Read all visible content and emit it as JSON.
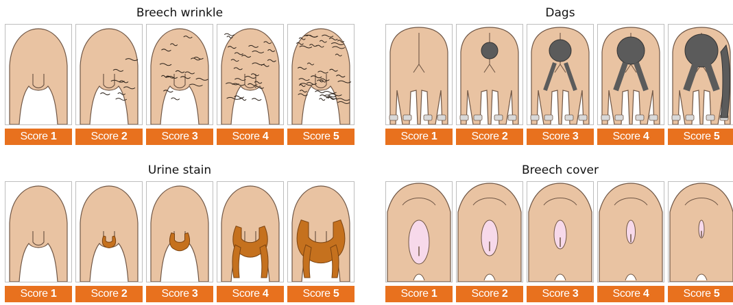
{
  "colors": {
    "skin": "#e9c3a2",
    "outline": "#6f5645",
    "wrinkle": "#2a2018",
    "dags": "#5b5b5b",
    "urine": "#c5711e",
    "bare": "#f7d9ea",
    "hoof": "#d9d9d9",
    "score_bg": "#e8711e"
  },
  "panels": [
    {
      "id": "breech-wrinkle",
      "title": "Breech wrinkle",
      "scores": [
        {
          "label": "Score",
          "num": "1"
        },
        {
          "label": "Score",
          "num": "2"
        },
        {
          "label": "Score",
          "num": "3"
        },
        {
          "label": "Score",
          "num": "4"
        },
        {
          "label": "Score",
          "num": "5"
        }
      ]
    },
    {
      "id": "dags",
      "title": "Dags",
      "scores": [
        {
          "label": "Score",
          "num": "1"
        },
        {
          "label": "Score",
          "num": "2"
        },
        {
          "label": "Score",
          "num": "3"
        },
        {
          "label": "Score",
          "num": "4"
        },
        {
          "label": "Score",
          "num": "5"
        }
      ]
    },
    {
      "id": "urine-stain",
      "title": "Urine stain",
      "scores": [
        {
          "label": "Score",
          "num": "1"
        },
        {
          "label": "Score",
          "num": "2"
        },
        {
          "label": "Score",
          "num": "3"
        },
        {
          "label": "Score",
          "num": "4"
        },
        {
          "label": "Score",
          "num": "5"
        }
      ]
    },
    {
      "id": "breech-cover",
      "title": "Breech cover",
      "scores": [
        {
          "label": "Score",
          "num": "1"
        },
        {
          "label": "Score",
          "num": "2"
        },
        {
          "label": "Score",
          "num": "3"
        },
        {
          "label": "Score",
          "num": "4"
        },
        {
          "label": "Score",
          "num": "5"
        }
      ]
    }
  ]
}
